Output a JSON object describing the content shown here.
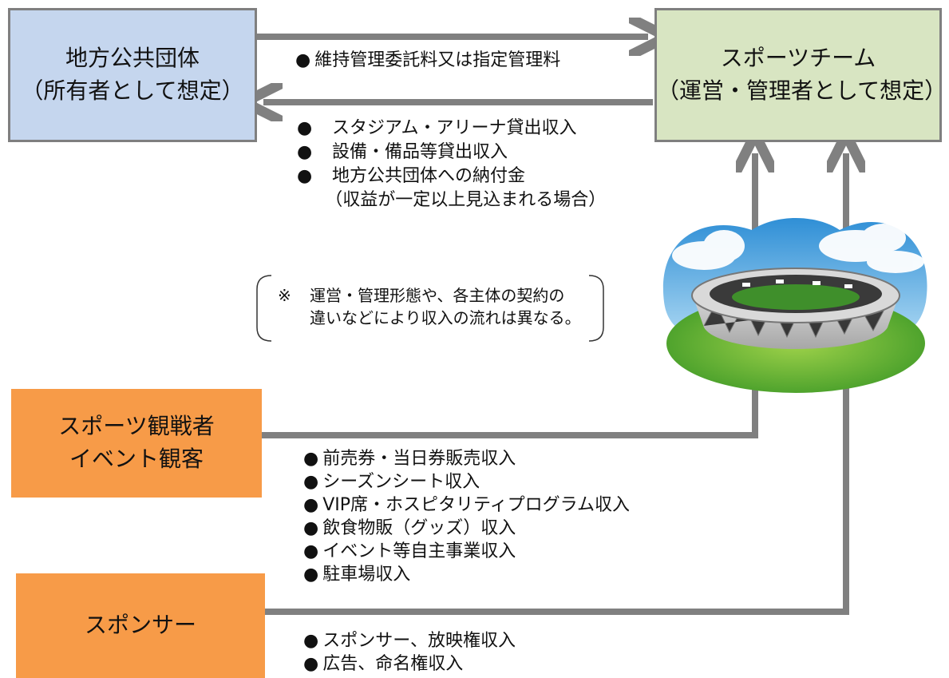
{
  "government": {
    "line1": "地方公共団体",
    "line2": "（所有者として想定）",
    "fill": "#c5d6ee"
  },
  "team": {
    "line1": "スポーツチーム",
    "line2": "（運営・管理者として想定）",
    "fill": "#d8e5c2"
  },
  "spectators": {
    "line1": "スポーツ観戦者",
    "line2": "イベント観客",
    "fill": "#f79b48"
  },
  "sponsor": {
    "label": "スポンサー",
    "fill": "#f79b48"
  },
  "flow_gov_to_team": {
    "items": [
      "維持管理委託料又は指定管理料"
    ]
  },
  "flow_team_to_gov": {
    "items": [
      "スタジアム・アリーナ貸出収入",
      "設備・備品等貸出収入",
      "地方公共団体への納付金"
    ],
    "subnote": "（収益が一定以上見込まれる場合）"
  },
  "note": {
    "symbol": "※",
    "line1": "運営・管理形態や、各主体の契約の",
    "line2": "違いなどにより収入の流れは異なる。"
  },
  "flow_spectators": {
    "items": [
      "前売券・当日券販売収入",
      "シーズンシート収入",
      "VIP席・ホスピタリティプログラム収入",
      "飲食物販（グッズ）収入",
      "イベント等自主事業収入",
      "駐車場収入"
    ]
  },
  "flow_sponsor": {
    "items": [
      "スポンサー、放映権収入",
      "広告、命名権収入"
    ]
  },
  "bullet_char": "●",
  "colors": {
    "arrow": "#808080"
  },
  "icons": {
    "stadium": "stadium-illustration"
  }
}
